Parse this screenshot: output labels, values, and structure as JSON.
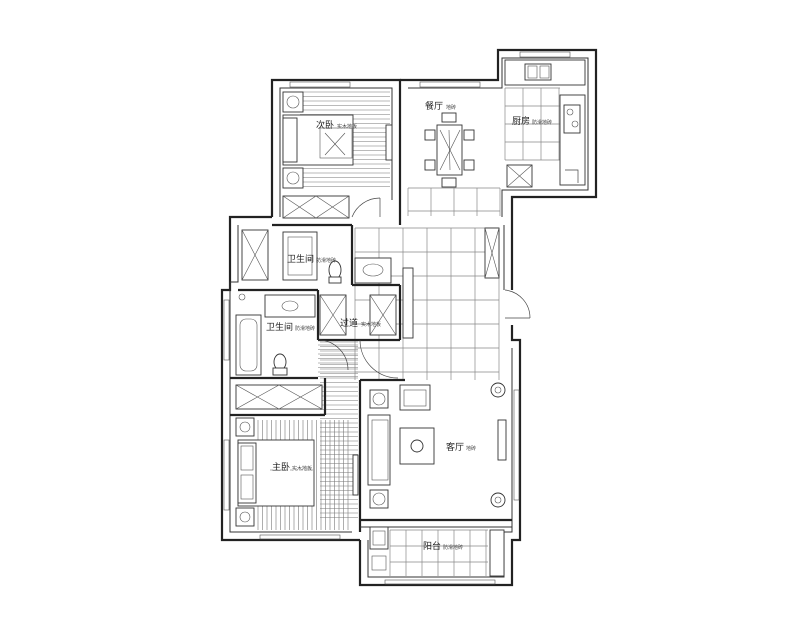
{
  "rooms": {
    "second_bedroom": {
      "label": "次卧",
      "sub": "实木地板"
    },
    "dining": {
      "label": "餐厅",
      "sub": "地砖"
    },
    "kitchen": {
      "label": "厨房",
      "sub": "防滑地砖"
    },
    "bathroom_1": {
      "label": "卫生间",
      "sub": "防滑地砖"
    },
    "bathroom_2": {
      "label": "卫生间",
      "sub": "防滑地砖"
    },
    "hallway": {
      "label": "过道",
      "sub": "实木地板"
    },
    "master_bedroom": {
      "label": "主卧",
      "sub": "实木地板"
    },
    "living": {
      "label": "客厅",
      "sub": "地砖"
    },
    "balcony": {
      "label": "阳台",
      "sub": "防滑地砖"
    }
  },
  "colors": {
    "wall": "#222222",
    "line": "#555555",
    "background": "#ffffff"
  }
}
